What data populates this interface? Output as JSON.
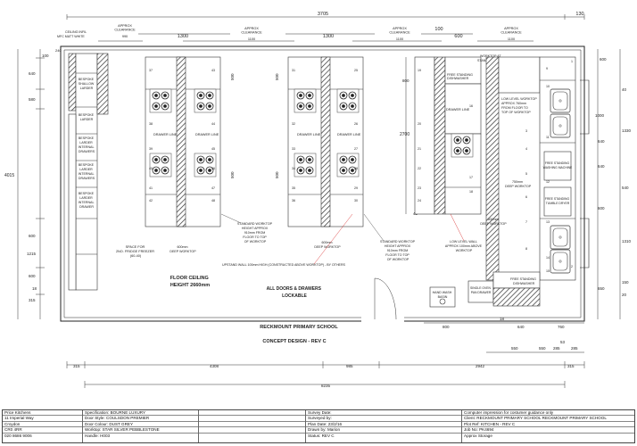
{
  "plan": {
    "dims_top": {
      "overall": "3705",
      "right_edge": "130",
      "seg_1300_a": "1300",
      "seg_1300_b": "1300",
      "seg_100": "100",
      "seg_600": "600",
      "approx_a": "APPROX",
      "clearance_a": "CLEARANCE",
      "clear_val_a": "990",
      "approx_b": "APPROX",
      "clearance_b": "CLEARANCE",
      "clear_val_b": "1100",
      "approx_c": "APPROX",
      "clearance_c": "CLEARANCE",
      "clear_val_c": "1100",
      "approx_d": "APPROX",
      "clearance_d": "CLEARANCE",
      "clear_val_d": "1100",
      "ceiling_note_1": "CEILING INFIL",
      "ceiling_note_2": "MFC MATT WHITE",
      "small_240": "240"
    },
    "dims_left": {
      "d100": "100",
      "d640": "640",
      "d580": "580",
      "d4015": "4015",
      "d600": "600",
      "d1215": "1215",
      "d600b": "600",
      "d18": "18",
      "d315": "315"
    },
    "dims_right": {
      "d600": "600",
      "d40": "40",
      "d1000": "1000",
      "d640": "640",
      "d1330": "1330",
      "d640b": "640",
      "d540": "540",
      "d600b": "600",
      "d1310": "1310",
      "d650": "650",
      "d150": "150",
      "d20": "20"
    },
    "dims_inner": {
      "d500a": "500",
      "d500b": "500",
      "d500c": "500",
      "d500d": "500",
      "d2700": "2700",
      "d800": "800",
      "d42": "42"
    },
    "dims_bottom": {
      "d18": "18",
      "d800": "800",
      "d640": "640",
      "d760": "760",
      "d550": "550",
      "d550b": "550",
      "d53": "53",
      "d285": "285",
      "d285b": "285",
      "d315": "315",
      "d4308": "4308",
      "d985": "985",
      "d2942": "2942",
      "d315b": "315",
      "d8235": "8235"
    },
    "labels": {
      "bespoke_shallow_larder": [
        "BESPOKE",
        "SHALLOW",
        "LARDER"
      ],
      "bespoke_larder": [
        "BESPOKE",
        "LARDER"
      ],
      "bespoke_larder_internal_a": [
        "BESPOKE",
        "LARDER",
        "INTERNAL",
        "DRAWERS"
      ],
      "bespoke_larder_internal_b": [
        "BESPOKE",
        "LARDER",
        "INTERNAL",
        "DRAWERS"
      ],
      "bespoke_larder_internal_c": [
        "BESPOKE",
        "LARDER",
        "INTERNAL",
        "DRAWER"
      ],
      "fridge_space": [
        "SPACE FOR",
        "2NO. FRIDGE FREEZER",
        "(60-40)"
      ],
      "drawer_line_1": "DRAWER LINE",
      "drawer_line_2": "DRAWER LINE",
      "drawer_line_3": "DRAWER LINE",
      "drawer_line_4": "DRAWER LINE",
      "drawer_line_5": "DRAWER LINE",
      "std_worktop_a": [
        "STANDARD WORKTOP",
        "HEIGHT APPROX",
        "910mm FROM",
        "FLOOR TO TOP",
        "OF WORKTOP"
      ],
      "std_worktop_b": [
        "STANDARD WORKTOP",
        "HEIGHT APPROX",
        "910mm FROM",
        "FLOOR TO TOP",
        "OF WORKTOP"
      ],
      "deep_a": [
        "600mm",
        "DEEP WORKTOP"
      ],
      "deep_b": [
        "600mm",
        "DEEP WORKTOP"
      ],
      "deep_c": [
        "600mm",
        "DEEP WORKTOP"
      ],
      "deep_d": [
        "750mm",
        "DEEP WORKTOP"
      ],
      "upstand": "UPSTAND WALL 100mm HIGH (CONSTRUCTED ABOVE WORKTOP) - BY OTHERS",
      "low_level_wall": [
        "LOW LEVEL WALL",
        "APPROX 100mm ABOVE",
        "WORKTOP"
      ],
      "fs_dishwasher_a": [
        "FREE STANDING",
        "DISHWASHER"
      ],
      "fs_dishwasher_b": [
        "FREE STANDING",
        "DISHWASHER"
      ],
      "worktop_std_height": [
        "WORKTOP AT",
        "STANDARD HEIGHT"
      ],
      "low_level_worktop": [
        "LOW LEVEL WORKTOP",
        "APPROX 760mm",
        "FROM FLOOR TO",
        "TOP OF WORKTOP"
      ],
      "fs_washing": [
        "FREE STANDING",
        "WASHING MACHINE"
      ],
      "fs_tumble": [
        "FREE STANDING",
        "TUMBLE DRYER"
      ],
      "hand_wash": [
        "HAND WASH",
        "BASIN"
      ],
      "single_oven": [
        "SINGLE OVEN",
        "PAN DRAWER"
      ],
      "floor_ceiling": [
        "FLOOR CEILING",
        "HEIGHT 2660mm"
      ],
      "all_doors": [
        "ALL DOORS & DRAWERS",
        "LOCKABLE"
      ],
      "school": "RECKMOUNT PRIMARY SCHOOL",
      "concept": "CONCEPT DESIGN - REV C"
    },
    "unit_numbers": [
      "37",
      "38",
      "39",
      "40",
      "41",
      "42",
      "43",
      "44",
      "45",
      "46",
      "47",
      "48",
      "31",
      "32",
      "33",
      "34",
      "35",
      "36",
      "25",
      "26",
      "27",
      "28",
      "29",
      "30",
      "19",
      "20",
      "21",
      "22",
      "23",
      "24",
      "16",
      "17",
      "18",
      "3",
      "4",
      "5",
      "6",
      "7",
      "8",
      "9",
      "10",
      "11",
      "12",
      "13",
      "14",
      "15",
      "1",
      "2"
    ]
  },
  "title_block": {
    "col1": [
      "Price Kitchens",
      "11 Imperial Way",
      "Croydon",
      "CR0 4RR",
      "020 8686 9006"
    ],
    "col2": [
      "Specification: BOURNE LUXURY",
      "Door Style: COULSDON PREMIER",
      "Door Colour: DUST GREY",
      "Worktop: STAR SILVER PEBBLESTONE",
      "Handle: H003"
    ],
    "col3": [
      "",
      "",
      "",
      "",
      ""
    ],
    "col4": [
      "Survey Date:",
      "Surveyed by:",
      "Plan Date: 23/2/16",
      "Drawn by: Marion",
      "Status: REV C"
    ],
    "col5": [
      "Computer impression for costumer guidance only",
      "Client: RECKMOUNT PRIMARY SCHOOL RECKMOUNT PRIMARY SCHOOL",
      "Plot Ref: KITCHEN - REV C",
      "Job No: PK4694",
      "Approx Storage"
    ]
  }
}
